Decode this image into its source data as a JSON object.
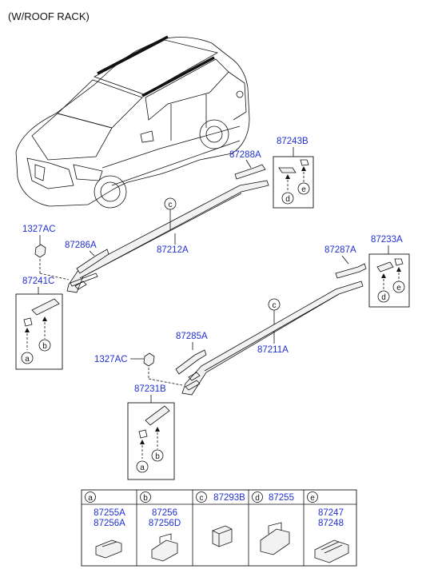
{
  "header": {
    "title": "(W/ROOF RACK)"
  },
  "callouts": {
    "p87243B": "87243B",
    "p87288A": "87288A",
    "p87233A": "87233A",
    "p87287A": "87287A",
    "p1327AC_top": "1327AC",
    "p87286A": "87286A",
    "p87212A": "87212A",
    "p87241C": "87241C",
    "p87285A": "87285A",
    "p87211A": "87211A",
    "p1327AC_bottom": "1327AC",
    "p87231B": "87231B"
  },
  "letters": {
    "a": "a",
    "b": "b",
    "c": "c",
    "d": "d",
    "e": "e"
  },
  "legend": {
    "cells": [
      {
        "letter": "a",
        "lines": [
          "87255A",
          "87256A"
        ]
      },
      {
        "letter": "b",
        "lines": [
          "87256",
          "87256D"
        ]
      },
      {
        "letter": "c",
        "lines": [
          "87293B"
        ]
      },
      {
        "letter": "d",
        "lines": [
          "87255"
        ]
      },
      {
        "letter": "e",
        "lines": [
          "87247",
          "87248"
        ]
      }
    ]
  },
  "colors": {
    "part_number": "#1f2fd0",
    "line": "#111111"
  }
}
